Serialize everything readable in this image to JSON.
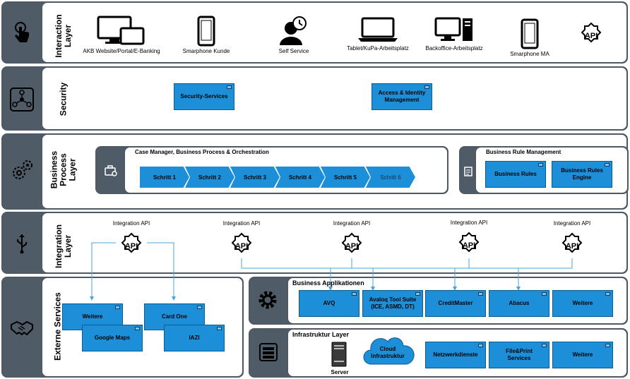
{
  "layers": {
    "interaction": {
      "title": "Interaction\nLayer",
      "icon": "touch-icon"
    },
    "security": {
      "title": "Security",
      "icon": "network-icon"
    },
    "business_process": {
      "title": "Business\nProcess\nLayer",
      "icon": "gears-icon"
    },
    "integration": {
      "title": "Integration\nLayer",
      "icon": "usb-icon"
    },
    "external": {
      "title": "Externe Services",
      "icon": "handshake-icon"
    }
  },
  "interaction": {
    "devices": [
      {
        "label": "AKB Website/Portal/E-Banking",
        "icon": "desktop-tablet-icon"
      },
      {
        "label": "Smarphone Kunde",
        "icon": "smartphone-icon"
      },
      {
        "label": "Self Service",
        "icon": "person-clock-icon"
      },
      {
        "label": "Tablet/KuPa-Arbeitsplatz",
        "icon": "laptop-icon"
      },
      {
        "label": "Backoffice-Arbeitsplatz",
        "icon": "workstation-icon"
      },
      {
        "label": "Smarphone MA",
        "icon": "smartphone-icon"
      },
      {
        "label": "",
        "icon": "api-icon"
      }
    ],
    "api_text": "API"
  },
  "security": {
    "boxes": [
      "Security-Services",
      "Access & Identity\nManagement"
    ]
  },
  "business_process": {
    "case_panel_title": "Case Manager, Business Process & Orchestration",
    "steps": [
      "Schritt 1",
      "Schritt 2",
      "Schritt 3",
      "Schritt 4",
      "Schritt 5",
      "Schritt 6"
    ],
    "rule_panel_title": "Business Rule Management",
    "rule_boxes": [
      "Business Rules",
      "Business Rules\nEngine"
    ]
  },
  "integration": {
    "apis": [
      {
        "label": "Integration API",
        "text": "API"
      },
      {
        "label": "Integration API",
        "text": "API"
      },
      {
        "label": "Integration API",
        "text": "API"
      },
      {
        "label": "Integration API",
        "text": "API"
      },
      {
        "label": "Integration API",
        "text": "API"
      }
    ]
  },
  "external": {
    "boxes": [
      "Weitere",
      "Google Maps",
      "Card One",
      "IAZI"
    ]
  },
  "business_apps": {
    "title": "Business Applikationen",
    "boxes": [
      "AVQ",
      "Avaloq Tool Suite\n(ICE, ASMD, DT)",
      "CreditMaster",
      "Abacus",
      "Weitere"
    ],
    "icon": "gear-icon"
  },
  "infrastructure": {
    "title": "Infrastruktur Layer",
    "server_label": "Server",
    "cloud_label": "Cloud\nInfrastruktur",
    "boxes": [
      "Netzwerkdienste",
      "File&Print\nServices",
      "Weitere"
    ],
    "icon": "database-server-icon"
  },
  "colors": {
    "accent_blue": "#1d8fd8",
    "layer_gray": "#4f5b66",
    "connector": "#4aa3df"
  }
}
